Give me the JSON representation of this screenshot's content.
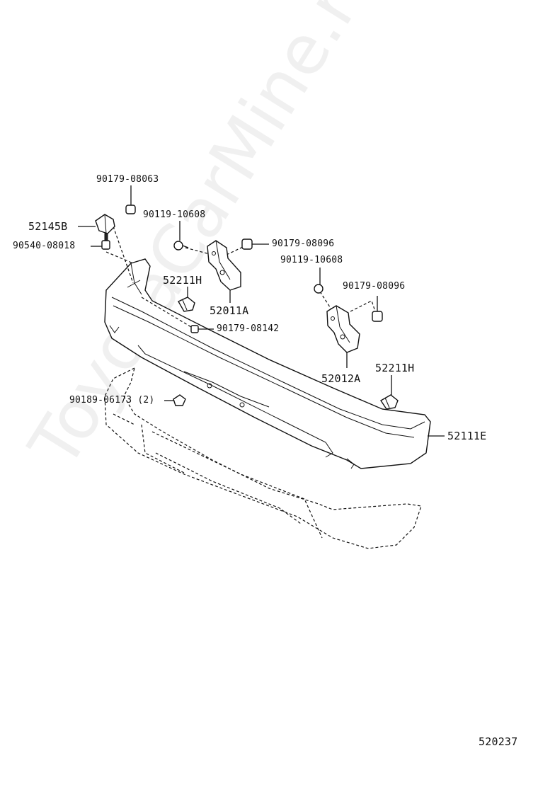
{
  "watermark": "ToyotaCarMine.ru",
  "diagram_number": "520237",
  "labels": {
    "p90179_08063": "90179-08063",
    "p52145B": "52145B",
    "p90540_08018": "90540-08018",
    "p90119_10608_a": "90119-10608",
    "p90179_08096_a": "90179-08096",
    "p52211H_a": "52211H",
    "p52011A": "52011A",
    "p90179_08142": "90179-08142",
    "p90119_10608_b": "90119-10608",
    "p90179_08096_b": "90179-08096",
    "p52012A": "52012A",
    "p52211H_b": "52211H",
    "p90189_06173": "90189-06173 (2)",
    "p52111E": "52111E"
  }
}
